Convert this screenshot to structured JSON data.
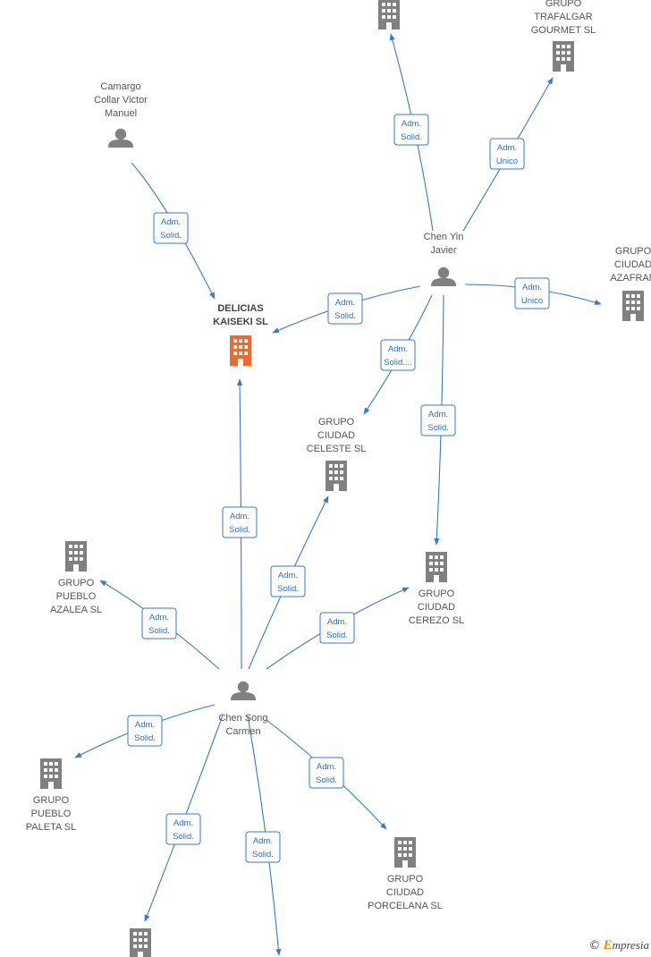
{
  "colors": {
    "edge": "#3a78c8",
    "node": "#808080",
    "main_node": "#f06a30"
  },
  "nodes": [
    {
      "id": "delicias",
      "type": "company",
      "main": true,
      "label": [
        "DELICIAS",
        "KAISEKI SL"
      ]
    },
    {
      "id": "camargo",
      "type": "person",
      "label": [
        "Camargo",
        "Collar Victor",
        "Manuel"
      ]
    },
    {
      "id": "chen_yin",
      "type": "person",
      "label": [
        "Chen Yin",
        "Javier"
      ]
    },
    {
      "id": "chen_song",
      "type": "person",
      "label": [
        "Chen Song",
        "Carmen"
      ]
    },
    {
      "id": "top_company",
      "type": "company",
      "label": []
    },
    {
      "id": "trafalgar",
      "type": "company",
      "label": [
        "GRUPO",
        "TRAFALGAR",
        "GOURMET SL"
      ]
    },
    {
      "id": "azafran",
      "type": "company",
      "label": [
        "GRUPO",
        "CIUDAD",
        "AZAFRAN"
      ]
    },
    {
      "id": "celeste",
      "type": "company",
      "label": [
        "GRUPO",
        "CIUDAD",
        "CELESTE SL"
      ]
    },
    {
      "id": "cerezo",
      "type": "company",
      "label": [
        "GRUPO",
        "CIUDAD",
        "CEREZO SL"
      ]
    },
    {
      "id": "azalea",
      "type": "company",
      "label": [
        "GRUPO",
        "PUEBLO",
        "AZALEA SL"
      ]
    },
    {
      "id": "paleta",
      "type": "company",
      "label": [
        "GRUPO",
        "PUEBLO",
        "PALETA SL"
      ]
    },
    {
      "id": "porcelana",
      "type": "company",
      "label": [
        "GRUPO",
        "CIUDAD",
        "PORCELANA SL"
      ]
    },
    {
      "id": "bottom_company",
      "type": "company",
      "label": []
    }
  ],
  "edges": [
    {
      "from": "camargo",
      "to": "delicias",
      "label": [
        "Adm.",
        "Solid."
      ]
    },
    {
      "from": "chen_yin",
      "to": "delicias",
      "label": [
        "Adm.",
        "Solid."
      ]
    },
    {
      "from": "chen_yin",
      "to": "top_company",
      "label": [
        "Adm.",
        "Solid."
      ]
    },
    {
      "from": "chen_yin",
      "to": "trafalgar",
      "label": [
        "Adm.",
        "Unico"
      ]
    },
    {
      "from": "chen_yin",
      "to": "azafran",
      "label": [
        "Adm.",
        "Unico"
      ]
    },
    {
      "from": "chen_yin",
      "to": "celeste",
      "label": [
        "Adm.",
        "Solid...."
      ]
    },
    {
      "from": "chen_yin",
      "to": "cerezo",
      "label": [
        "Adm.",
        "Solid."
      ]
    },
    {
      "from": "chen_song",
      "to": "delicias",
      "label": [
        "Adm.",
        "Solid."
      ]
    },
    {
      "from": "chen_song",
      "to": "celeste",
      "label": [
        "Adm.",
        "Solid."
      ]
    },
    {
      "from": "chen_song",
      "to": "cerezo",
      "label": [
        "Adm.",
        "Solid."
      ]
    },
    {
      "from": "chen_song",
      "to": "azalea",
      "label": [
        "Adm.",
        "Solid."
      ]
    },
    {
      "from": "chen_song",
      "to": "paleta",
      "label": [
        "Adm.",
        "Solid."
      ]
    },
    {
      "from": "chen_song",
      "to": "porcelana",
      "label": [
        "Adm.",
        "Solid."
      ]
    },
    {
      "from": "chen_song",
      "to": "bottom_company",
      "label": [
        "Adm.",
        "Solid."
      ]
    },
    {
      "from": "chen_song",
      "to": "offpage",
      "label": [
        "Adm.",
        "Solid."
      ]
    }
  ],
  "footer": {
    "copyright_symbol": "©",
    "brand_initial": "E",
    "brand_rest": "mpresia"
  }
}
